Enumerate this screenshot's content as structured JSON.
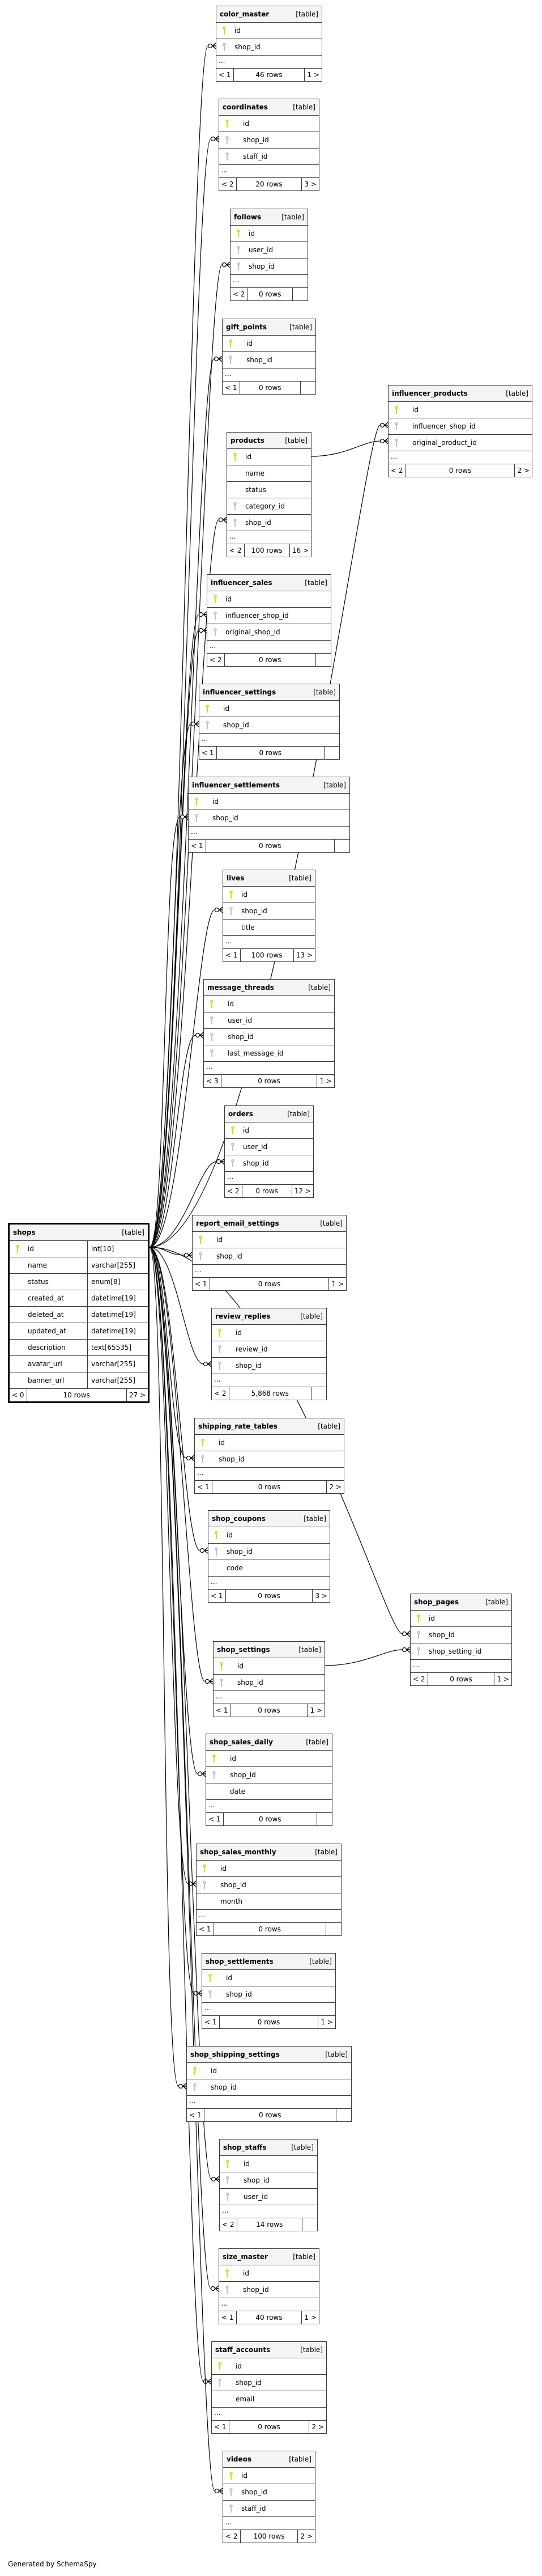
{
  "diagram": {
    "generator_note": "Generated by SchemaSpy",
    "kind_label": "[table]",
    "ellipsis": "...",
    "colors": {
      "pk_key": "#d9d900",
      "fk_key": "#c0c0c0",
      "header_bg": "#f4f4f4",
      "border": "#3a3a3a"
    },
    "main_table": {
      "name": "shops",
      "kind": "[table]",
      "columns": [
        {
          "name": "id",
          "type": "int[10]",
          "key": "pk"
        },
        {
          "name": "name",
          "type": "varchar[255]",
          "key": ""
        },
        {
          "name": "status",
          "type": "enum[8]",
          "key": ""
        },
        {
          "name": "created_at",
          "type": "datetime[19]",
          "key": ""
        },
        {
          "name": "deleted_at",
          "type": "datetime[19]",
          "key": ""
        },
        {
          "name": "updated_at",
          "type": "datetime[19]",
          "key": ""
        },
        {
          "name": "description",
          "type": "text[65535]",
          "key": ""
        },
        {
          "name": "avatar_url",
          "type": "varchar[255]",
          "key": ""
        },
        {
          "name": "banner_url",
          "type": "varchar[255]",
          "key": ""
        }
      ],
      "footer": {
        "parents": "< 0",
        "rows": "10 rows",
        "children": "27 >"
      }
    },
    "tables": [
      {
        "name": "color_master",
        "columns": [
          {
            "name": "id",
            "key": "pk"
          },
          {
            "name": "shop_id",
            "key": "fk"
          }
        ],
        "footer": {
          "parents": "< 1",
          "rows": "46 rows",
          "children": "1 >"
        }
      },
      {
        "name": "coordinates",
        "columns": [
          {
            "name": "id",
            "key": "pk"
          },
          {
            "name": "shop_id",
            "key": "fk"
          },
          {
            "name": "staff_id",
            "key": "fk"
          }
        ],
        "footer": {
          "parents": "< 2",
          "rows": "20 rows",
          "children": "3 >"
        }
      },
      {
        "name": "follows",
        "columns": [
          {
            "name": "id",
            "key": "pk"
          },
          {
            "name": "user_id",
            "key": "fk"
          },
          {
            "name": "shop_id",
            "key": "fk"
          }
        ],
        "footer": {
          "parents": "< 2",
          "rows": "0 rows",
          "children": ""
        }
      },
      {
        "name": "gift_points",
        "columns": [
          {
            "name": "id",
            "key": "pk"
          },
          {
            "name": "shop_id",
            "key": "fk"
          }
        ],
        "footer": {
          "parents": "< 1",
          "rows": "0 rows",
          "children": ""
        }
      },
      {
        "name": "influencer_products",
        "columns": [
          {
            "name": "id",
            "key": "pk"
          },
          {
            "name": "influencer_shop_id",
            "key": "fk"
          },
          {
            "name": "original_product_id",
            "key": "fk"
          }
        ],
        "footer": {
          "parents": "< 2",
          "rows": "0 rows",
          "children": "2 >"
        }
      },
      {
        "name": "products",
        "columns": [
          {
            "name": "id",
            "key": "pk"
          },
          {
            "name": "name",
            "key": ""
          },
          {
            "name": "status",
            "key": ""
          },
          {
            "name": "category_id",
            "key": "fk"
          },
          {
            "name": "shop_id",
            "key": "fk"
          }
        ],
        "footer": {
          "parents": "< 2",
          "rows": "100 rows",
          "children": "16 >"
        }
      },
      {
        "name": "influencer_sales",
        "columns": [
          {
            "name": "id",
            "key": "pk"
          },
          {
            "name": "influencer_shop_id",
            "key": "fk"
          },
          {
            "name": "original_shop_id",
            "key": "fk"
          }
        ],
        "footer": {
          "parents": "< 2",
          "rows": "0 rows",
          "children": ""
        }
      },
      {
        "name": "influencer_settings",
        "columns": [
          {
            "name": "id",
            "key": "pk"
          },
          {
            "name": "shop_id",
            "key": "fk"
          }
        ],
        "footer": {
          "parents": "< 1",
          "rows": "0 rows",
          "children": ""
        }
      },
      {
        "name": "influencer_settlements",
        "columns": [
          {
            "name": "id",
            "key": "pk"
          },
          {
            "name": "shop_id",
            "key": "fk"
          }
        ],
        "footer": {
          "parents": "< 1",
          "rows": "0 rows",
          "children": ""
        }
      },
      {
        "name": "lives",
        "columns": [
          {
            "name": "id",
            "key": "pk"
          },
          {
            "name": "shop_id",
            "key": "fk"
          },
          {
            "name": "title",
            "key": ""
          }
        ],
        "footer": {
          "parents": "< 1",
          "rows": "100 rows",
          "children": "13 >"
        }
      },
      {
        "name": "message_threads",
        "columns": [
          {
            "name": "id",
            "key": "pk"
          },
          {
            "name": "user_id",
            "key": "fk"
          },
          {
            "name": "shop_id",
            "key": "fk"
          },
          {
            "name": "last_message_id",
            "key": "fk"
          }
        ],
        "footer": {
          "parents": "< 3",
          "rows": "0 rows",
          "children": "1 >"
        }
      },
      {
        "name": "orders",
        "columns": [
          {
            "name": "id",
            "key": "pk"
          },
          {
            "name": "user_id",
            "key": "fk"
          },
          {
            "name": "shop_id",
            "key": "fk"
          }
        ],
        "footer": {
          "parents": "< 2",
          "rows": "0 rows",
          "children": "12 >"
        }
      },
      {
        "name": "report_email_settings",
        "columns": [
          {
            "name": "id",
            "key": "pk"
          },
          {
            "name": "shop_id",
            "key": "fk"
          }
        ],
        "footer": {
          "parents": "< 1",
          "rows": "0 rows",
          "children": "1 >"
        }
      },
      {
        "name": "review_replies",
        "columns": [
          {
            "name": "id",
            "key": "pk"
          },
          {
            "name": "review_id",
            "key": "fk"
          },
          {
            "name": "shop_id",
            "key": "fk"
          }
        ],
        "footer": {
          "parents": "< 2",
          "rows": "5,868 rows",
          "children": ""
        }
      },
      {
        "name": "shipping_rate_tables",
        "columns": [
          {
            "name": "id",
            "key": "pk"
          },
          {
            "name": "shop_id",
            "key": "fk"
          }
        ],
        "footer": {
          "parents": "< 1",
          "rows": "0 rows",
          "children": "2 >"
        }
      },
      {
        "name": "shop_coupons",
        "columns": [
          {
            "name": "id",
            "key": "pk"
          },
          {
            "name": "shop_id",
            "key": "fk"
          },
          {
            "name": "code",
            "key": ""
          }
        ],
        "footer": {
          "parents": "< 1",
          "rows": "0 rows",
          "children": "3 >"
        }
      },
      {
        "name": "shop_pages",
        "columns": [
          {
            "name": "id",
            "key": "pk"
          },
          {
            "name": "shop_id",
            "key": "fk"
          },
          {
            "name": "shop_setting_id",
            "key": "fk"
          }
        ],
        "footer": {
          "parents": "< 2",
          "rows": "0 rows",
          "children": "1 >"
        }
      },
      {
        "name": "shop_settings",
        "columns": [
          {
            "name": "id",
            "key": "pk"
          },
          {
            "name": "shop_id",
            "key": "fk"
          }
        ],
        "footer": {
          "parents": "< 1",
          "rows": "0 rows",
          "children": "1 >"
        }
      },
      {
        "name": "shop_sales_daily",
        "columns": [
          {
            "name": "id",
            "key": "pk"
          },
          {
            "name": "shop_id",
            "key": "fk"
          },
          {
            "name": "date",
            "key": ""
          }
        ],
        "footer": {
          "parents": "< 1",
          "rows": "0 rows",
          "children": ""
        }
      },
      {
        "name": "shop_sales_monthly",
        "columns": [
          {
            "name": "id",
            "key": "pk"
          },
          {
            "name": "shop_id",
            "key": "fk"
          },
          {
            "name": "month",
            "key": ""
          }
        ],
        "footer": {
          "parents": "< 1",
          "rows": "0 rows",
          "children": ""
        }
      },
      {
        "name": "shop_settlements",
        "columns": [
          {
            "name": "id",
            "key": "pk"
          },
          {
            "name": "shop_id",
            "key": "fk"
          }
        ],
        "footer": {
          "parents": "< 1",
          "rows": "0 rows",
          "children": "1 >"
        }
      },
      {
        "name": "shop_shipping_settings",
        "columns": [
          {
            "name": "id",
            "key": "pk"
          },
          {
            "name": "shop_id",
            "key": "fk"
          }
        ],
        "footer": {
          "parents": "< 1",
          "rows": "0 rows",
          "children": ""
        }
      },
      {
        "name": "shop_staffs",
        "columns": [
          {
            "name": "id",
            "key": "pk"
          },
          {
            "name": "shop_id",
            "key": "fk"
          },
          {
            "name": "user_id",
            "key": "fk"
          }
        ],
        "footer": {
          "parents": "< 2",
          "rows": "14 rows",
          "children": ""
        }
      },
      {
        "name": "size_master",
        "columns": [
          {
            "name": "id",
            "key": "pk"
          },
          {
            "name": "shop_id",
            "key": "fk"
          }
        ],
        "footer": {
          "parents": "< 1",
          "rows": "40 rows",
          "children": "1 >"
        }
      },
      {
        "name": "staff_accounts",
        "columns": [
          {
            "name": "id",
            "key": "pk"
          },
          {
            "name": "shop_id",
            "key": "fk"
          },
          {
            "name": "email",
            "key": ""
          }
        ],
        "footer": {
          "parents": "< 1",
          "rows": "0 rows",
          "children": "2 >"
        }
      },
      {
        "name": "videos",
        "columns": [
          {
            "name": "id",
            "key": "pk"
          },
          {
            "name": "shop_id",
            "key": "fk"
          },
          {
            "name": "staff_id",
            "key": "fk"
          }
        ],
        "footer": {
          "parents": "< 2",
          "rows": "100 rows",
          "children": "2 >"
        }
      }
    ],
    "relationships": [
      {
        "from": "shops.id",
        "to": "color_master.shop_id"
      },
      {
        "from": "shops.id",
        "to": "coordinates.shop_id"
      },
      {
        "from": "shops.id",
        "to": "follows.shop_id"
      },
      {
        "from": "shops.id",
        "to": "gift_points.shop_id"
      },
      {
        "from": "shops.id",
        "to": "influencer_products.influencer_shop_id"
      },
      {
        "from": "products.id",
        "to": "influencer_products.original_product_id"
      },
      {
        "from": "shops.id",
        "to": "products.shop_id"
      },
      {
        "from": "shops.id",
        "to": "influencer_sales.influencer_shop_id"
      },
      {
        "from": "shops.id",
        "to": "influencer_sales.original_shop_id"
      },
      {
        "from": "shops.id",
        "to": "influencer_settings.shop_id"
      },
      {
        "from": "shops.id",
        "to": "influencer_settlements.shop_id"
      },
      {
        "from": "shops.id",
        "to": "lives.shop_id"
      },
      {
        "from": "shops.id",
        "to": "message_threads.shop_id"
      },
      {
        "from": "shops.id",
        "to": "orders.shop_id"
      },
      {
        "from": "shops.id",
        "to": "report_email_settings.shop_id"
      },
      {
        "from": "shops.id",
        "to": "review_replies.shop_id"
      },
      {
        "from": "shops.id",
        "to": "shipping_rate_tables.shop_id"
      },
      {
        "from": "shops.id",
        "to": "shop_coupons.shop_id"
      },
      {
        "from": "shops.id",
        "to": "shop_pages.shop_id"
      },
      {
        "from": "shop_settings.id",
        "to": "shop_pages.shop_setting_id"
      },
      {
        "from": "shops.id",
        "to": "shop_settings.shop_id"
      },
      {
        "from": "shops.id",
        "to": "shop_sales_daily.shop_id"
      },
      {
        "from": "shops.id",
        "to": "shop_sales_monthly.shop_id"
      },
      {
        "from": "shops.id",
        "to": "shop_settlements.shop_id"
      },
      {
        "from": "shops.id",
        "to": "shop_shipping_settings.shop_id"
      },
      {
        "from": "shops.id",
        "to": "shop_staffs.shop_id"
      },
      {
        "from": "shops.id",
        "to": "size_master.shop_id"
      },
      {
        "from": "shops.id",
        "to": "staff_accounts.shop_id"
      },
      {
        "from": "shops.id",
        "to": "videos.shop_id"
      }
    ]
  }
}
